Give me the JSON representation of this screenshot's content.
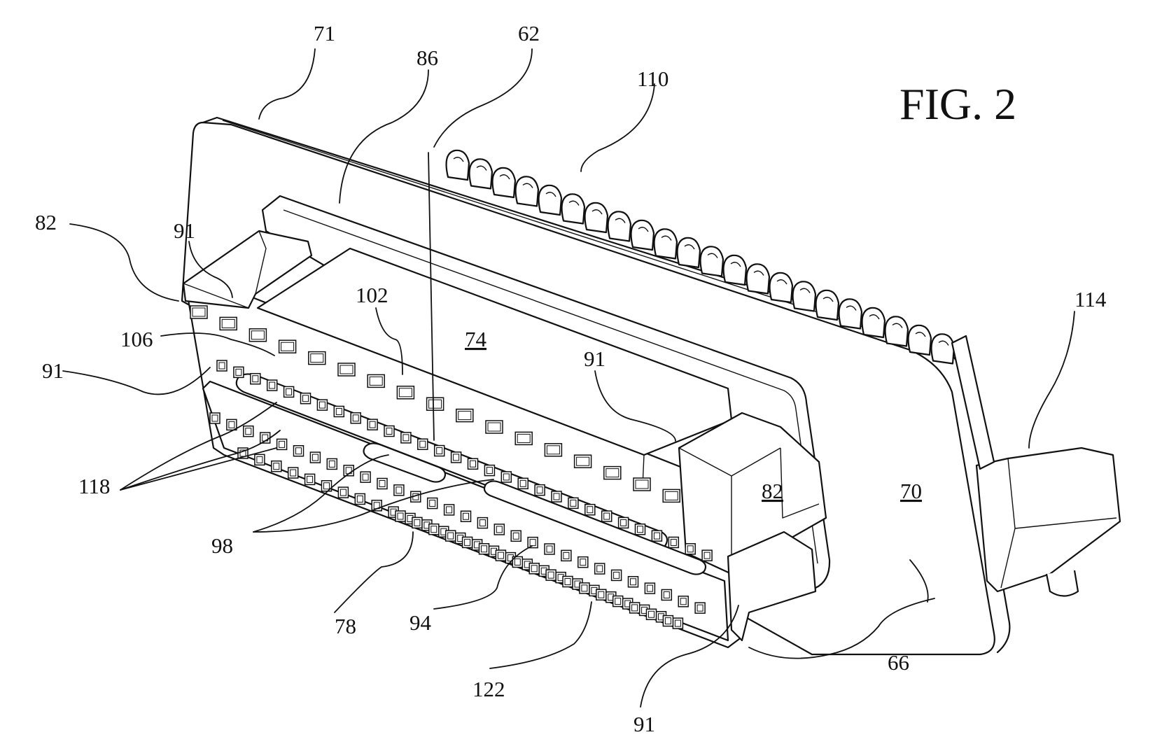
{
  "figure": {
    "title": "FIG. 2"
  },
  "refs": {
    "r62": "62",
    "r71": "71",
    "r86": "86",
    "r110": "110",
    "r82_left": "82",
    "r91_top": "91",
    "r102": "102",
    "r106": "106",
    "r91_left": "91",
    "r74": "74",
    "r91_mid": "91",
    "r114": "114",
    "r118": "118",
    "r82_right": "82",
    "r70": "70",
    "r98": "98",
    "r78": "78",
    "r94": "94",
    "r122": "122",
    "r66": "66",
    "r91_bottom": "91"
  }
}
